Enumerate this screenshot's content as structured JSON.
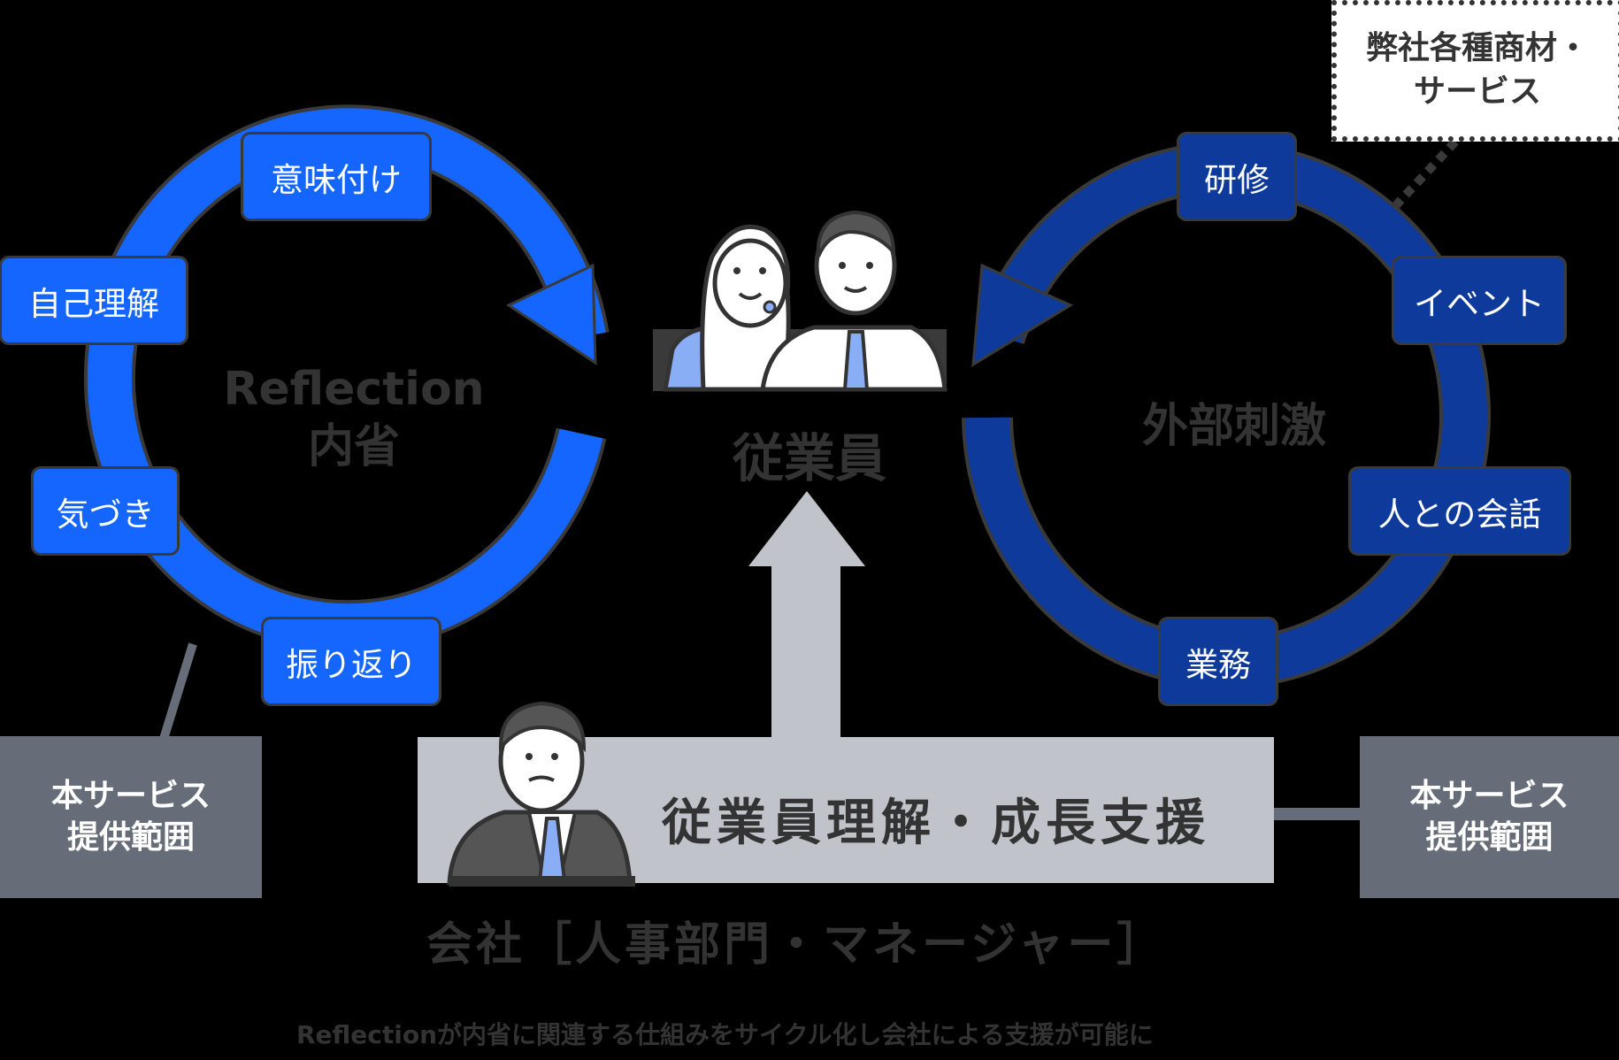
{
  "left_cycle": {
    "title_en": "Reflection",
    "title_ja": "内省",
    "color": "#1466ff",
    "steps": [
      "意味付け",
      "自己理解",
      "気づき",
      "振り返り"
    ]
  },
  "right_cycle": {
    "title": "外部刺激",
    "color": "#0d3a9b",
    "steps": [
      "研修",
      "イベント",
      "人との会話",
      "業務"
    ]
  },
  "employee": {
    "label": "従業員"
  },
  "company_products": {
    "line1": "弊社各種商材・",
    "line2": "サービス"
  },
  "service_scope_left": {
    "line1": "本サービス",
    "line2": "提供範囲"
  },
  "service_scope_right": {
    "line1": "本サービス",
    "line2": "提供範囲"
  },
  "support": {
    "label": "従業員理解・成長支援",
    "color": "#c0c3ca"
  },
  "company": {
    "label": "会社［人事部門・マネージャー］"
  },
  "caption": "Reflectionが内省に関連する仕組みをサイクル化し会社による支援が可能に"
}
